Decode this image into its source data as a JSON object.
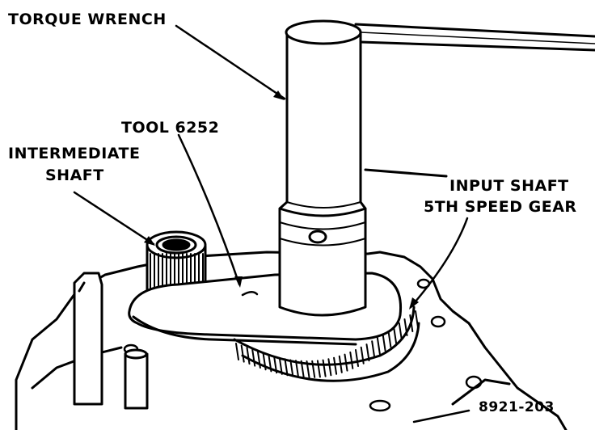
{
  "labels": {
    "torque_wrench": "TORQUE WRENCH",
    "tool": "TOOL 6252",
    "intermediate_line1": "INTERMEDIATE",
    "intermediate_line2": "SHAFT",
    "input_line1": "INPUT SHAFT",
    "input_line2": "5TH SPEED GEAR",
    "figure_number": "8921-203"
  },
  "colors": {
    "ink": "#000000",
    "paper": "#ffffff"
  }
}
